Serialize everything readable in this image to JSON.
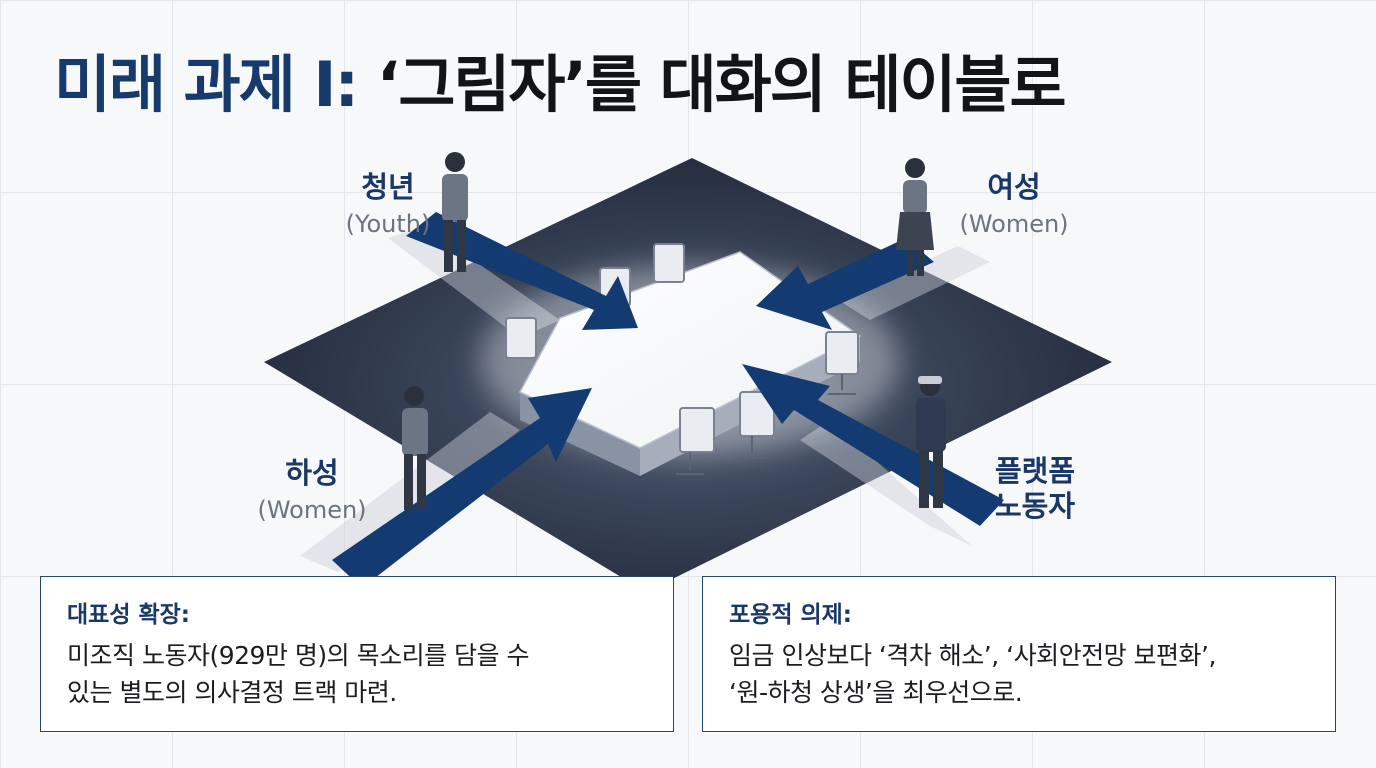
{
  "title": {
    "part1": "미래 과제 I:",
    "part2": "‘그림자’를 대화의 테이블로"
  },
  "groups": {
    "youth": {
      "ko": "청년",
      "en": "(Youth)"
    },
    "women_right": {
      "ko": "여성",
      "en": "(Women)"
    },
    "women_left": {
      "ko": "하성",
      "en": "(Women)"
    },
    "platform": {
      "ko": "플랫폼\n노동자"
    }
  },
  "boxes": {
    "representation": {
      "title": "대표성 확장:",
      "body": "미조직 노동자(929만 명)의 목소리를 담을 수\n있는 별도의 의사결정 트랙 마련."
    },
    "agenda": {
      "title": "포용적 의제:",
      "body": "임금 인상보다 ‘격차 해소’, ‘사회안전망 보편화’,\n‘원-하청 상생’을 최우선으로."
    }
  },
  "colors": {
    "title_blue": "#153a6b",
    "floor_dark": "#2b3446",
    "arrow_blue": "#143a72",
    "box_border": "#23466f"
  },
  "icons": {
    "people": [
      "person-icon"
    ],
    "furniture": [
      "chair-icon",
      "conference-table"
    ]
  }
}
